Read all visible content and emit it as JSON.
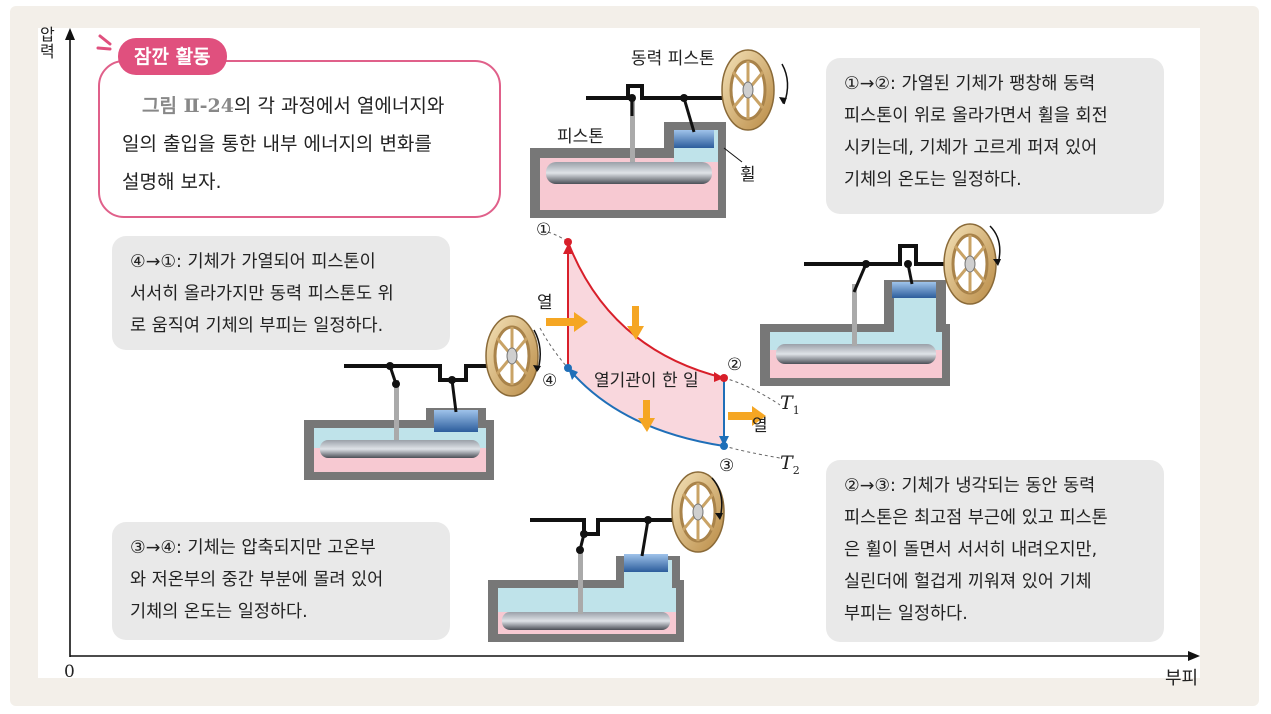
{
  "axes": {
    "y_label": "압력",
    "x_label": "부피",
    "origin": "0"
  },
  "activity": {
    "tag": "잠깐 활동",
    "fig_ref": "그림 Ⅱ-24",
    "text_1": "의 각 과정에서 열에너지와",
    "text_2": "일의 출입을 통한 내부 에너지의 변화를",
    "text_3": "설명해 보자."
  },
  "notes": {
    "n12": [
      "①→②: 가열된 기체가 팽창해 동력",
      "피스톤이 위로 올라가면서 휠을 회전",
      "시키는데, 기체가 고르게 퍼져 있어",
      "기체의 온도는 일정하다."
    ],
    "n41": [
      "④→①: 기체가 가열되어 피스톤이",
      "서서히 올라가지만 동력 피스톤도 위",
      "로 움직여 기체의 부피는 일정하다."
    ],
    "n34": [
      "③→④: 기체는 압축되지만 고온부",
      "와 저온부의 중간 부분에 몰려 있어",
      "기체의 온도는 일정하다."
    ],
    "n23": [
      "②→③: 기체가 냉각되는 동안 동력",
      "피스톤은 최고점 부근에 있고 피스톤",
      "은 휠이 돌면서 서서히 내려오지만,",
      "실린더에 헐겁게 끼워져 있어 기체",
      "부피는 일정하다."
    ]
  },
  "labels": {
    "power_piston": "동력 피스톤",
    "piston": "피스톤",
    "wheel": "휠",
    "heat_in": "열",
    "heat_out": "열",
    "work": "열기관이 한 일",
    "T1": "T",
    "T1_sub": "1",
    "T2": "T",
    "T2_sub": "2",
    "p1": "①",
    "p2": "②",
    "p3": "③",
    "p4": "④"
  },
  "colors": {
    "hot_curve": "#d81f2a",
    "cold_curve": "#1f6fb8",
    "heat_arrow": "#f5a623",
    "work_fill": "#f7c9d2",
    "accent": "#e0507e"
  }
}
